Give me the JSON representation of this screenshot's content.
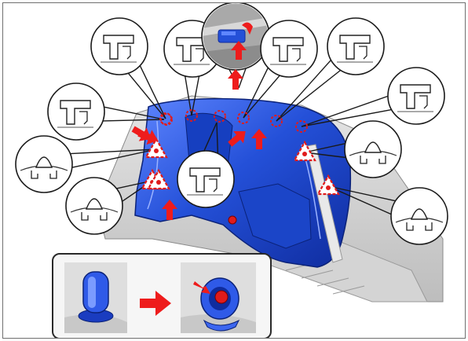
{
  "diagram": {
    "colors": {
      "panel": "#2450d8",
      "panel_dark": "#0f2c9e",
      "panel_light": "#5f86ff",
      "arrow": "#ee1c1c",
      "marker": "#e01b1b",
      "leader": "#1a1a1a",
      "background_grey": "#c9c9c9"
    },
    "callouts": [
      {
        "id": "clip-detail-top-left",
        "shows": "clip-profile"
      },
      {
        "id": "clip-detail-top-center-left",
        "shows": "clip-profile"
      },
      {
        "id": "clip-detail-top-photo",
        "shows": "clip-removal-photo"
      },
      {
        "id": "clip-detail-top-center-right",
        "shows": "clip-profile"
      },
      {
        "id": "clip-detail-top-right",
        "shows": "clip-profile"
      },
      {
        "id": "clip-detail-upper-left",
        "shows": "clip-profile"
      },
      {
        "id": "clip-detail-upper-right",
        "shows": "clip-profile"
      },
      {
        "id": "claw-detail-left",
        "shows": "claw-profile"
      },
      {
        "id": "claw-detail-right",
        "shows": "claw-profile"
      },
      {
        "id": "claw-detail-lower-left",
        "shows": "claw-profile"
      },
      {
        "id": "claw-detail-lower-right",
        "shows": "claw-profile"
      },
      {
        "id": "clip-detail-center",
        "shows": "clip-profile"
      }
    ],
    "markers": {
      "clip_circles": 7,
      "claw_triangles": 5,
      "push_arrows": 6
    },
    "inset": {
      "steps": [
        "cap-closed",
        "cap-opened-with-screw"
      ],
      "arrow_between": true
    }
  }
}
